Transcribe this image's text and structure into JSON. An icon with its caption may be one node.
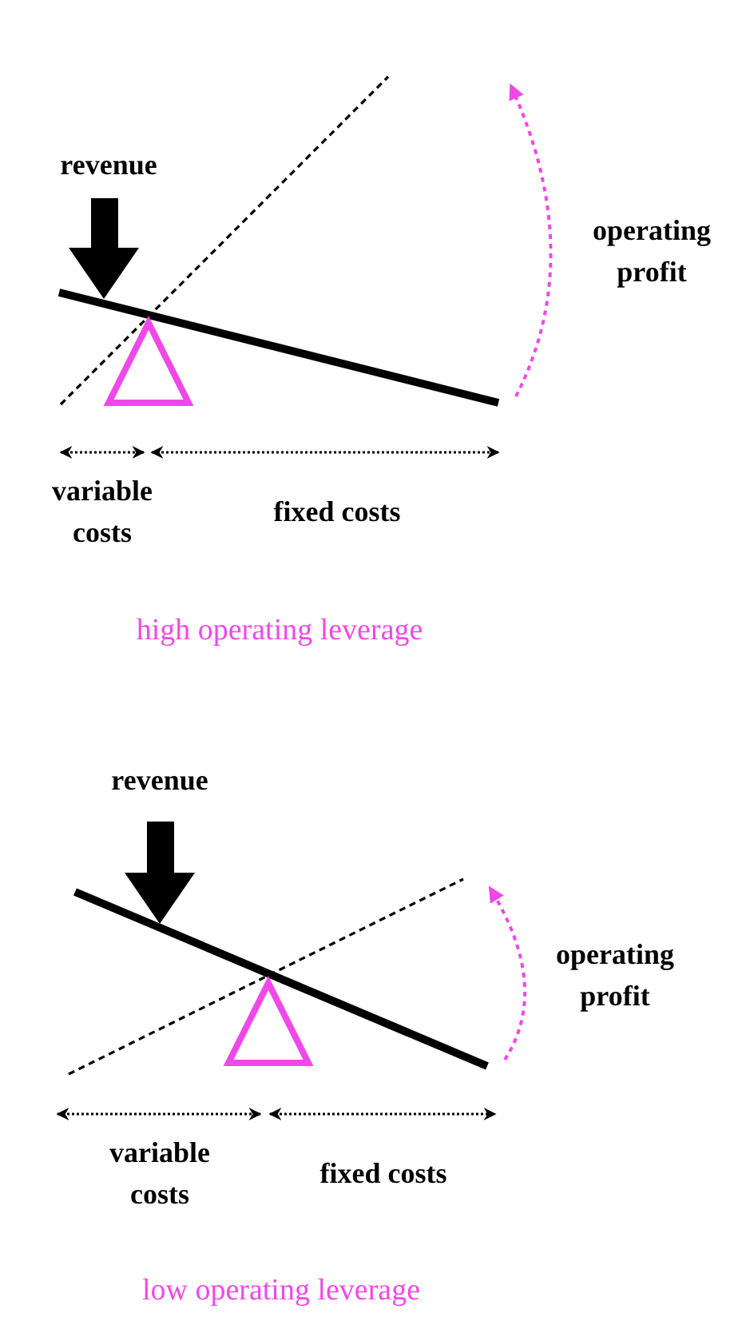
{
  "diagram": {
    "labels": [
      "revenue",
      "operating profit",
      "variable costs",
      "fixed costs",
      "high operating leverage",
      "revenue",
      "operating profit",
      "variable costs",
      "fixed costs",
      "low operating leverage"
    ]
  }
}
